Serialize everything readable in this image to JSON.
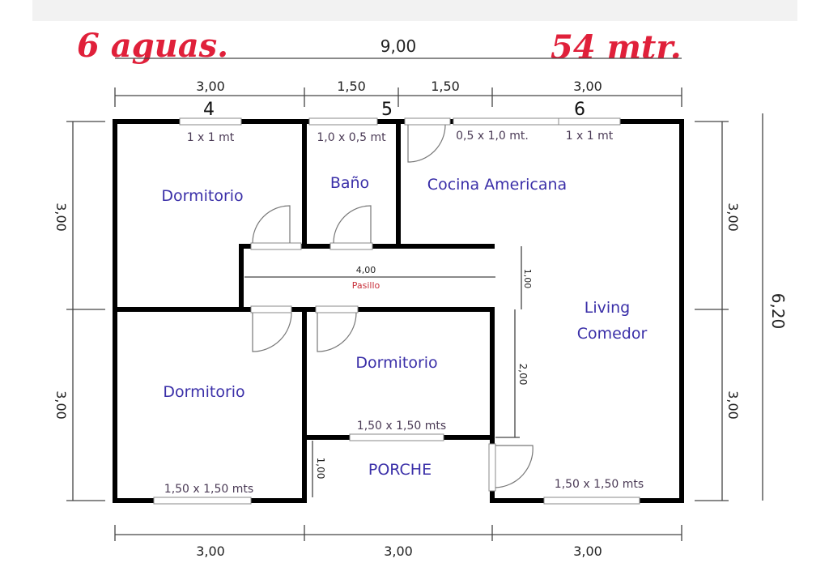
{
  "header": {
    "roof": "6 aguas.",
    "area": "54 mtr."
  },
  "dimensions": {
    "total_width": "9,00",
    "top": [
      "3,00",
      "1,50",
      "1,50",
      "3,00"
    ],
    "bottom": [
      "3,00",
      "3,00",
      "3,00"
    ],
    "left": [
      "3,00",
      "3,00"
    ],
    "right": [
      "3,00",
      "3,00"
    ],
    "total_depth": "6,20",
    "corridor_length": "4,00",
    "corridor_width": "1,00",
    "living_segment": "2,00",
    "porch_depth": "1,00"
  },
  "sections": [
    "4",
    "5",
    "6"
  ],
  "rooms": {
    "dorm1": "Dormitorio",
    "bath": "Baño",
    "kitchen": "Cocina Americana",
    "corridor": "Pasillo",
    "living1": "Living",
    "living2": "Comedor",
    "dorm2": "Dormitorio",
    "dorm3": "Dormitorio",
    "porch": "PORCHE"
  },
  "windows": {
    "dorm1": "1 x 1 mt",
    "bath": "1,0 x 0,5 mt",
    "kitchen": "0,5 x 1,0 mt.",
    "living": "1 x 1 mt",
    "dorm2": "1,50 x 1,50 mts",
    "dorm3": "1,50 x 1,50 mts",
    "living_bottom": "1,50 x 1,50 mts"
  }
}
